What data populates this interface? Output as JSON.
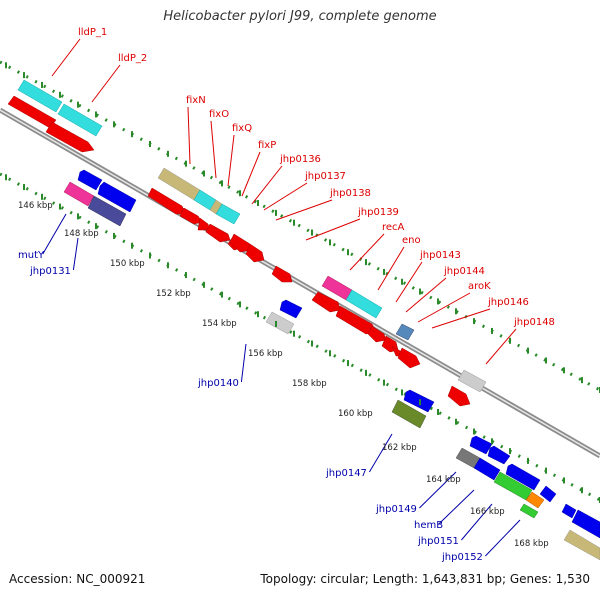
{
  "title": "Helicobacter pylori J99, complete genome",
  "footer": {
    "accession": "Accession: NC_000921",
    "topology": "Topology: circular; Length: 1,643,831 bp; Genes: 1,530"
  },
  "colors": {
    "backbone": "#8c8c8c",
    "forward_label": "#dd0000",
    "reverse_label": "#0000aa",
    "tick": "#2a8a2a",
    "kbp_label": "#222222"
  },
  "kbp_ticks": [
    "146 kbp",
    "148 kbp",
    "150 kbp",
    "152 kbp",
    "154 kbp",
    "156 kbp",
    "158 kbp",
    "160 kbp",
    "162 kbp",
    "164 kbp",
    "166 kbp",
    "168 kbp"
  ],
  "forward_genes": [
    "lldP_1",
    "lldP_2",
    "fixN",
    "fixO",
    "fixQ",
    "fixP",
    "jhp0136",
    "jhp0137",
    "jhp0138",
    "jhp0139",
    "recA",
    "eno",
    "jhp0143",
    "jhp0144",
    "aroK",
    "jhp0146",
    "jhp0148"
  ],
  "reverse_genes": [
    "mutY",
    "jhp0131",
    "jhp0140",
    "jhp0147",
    "jhp0149",
    "hemB",
    "jhp0151",
    "jhp0152"
  ],
  "feature_colors": [
    "cyan-feature",
    "khaki-feature",
    "magenta-feature",
    "steelblue-feature",
    "silver-feature",
    "navy-feature",
    "olive-feature",
    "gray-feature",
    "green-feature",
    "orange-feature"
  ]
}
